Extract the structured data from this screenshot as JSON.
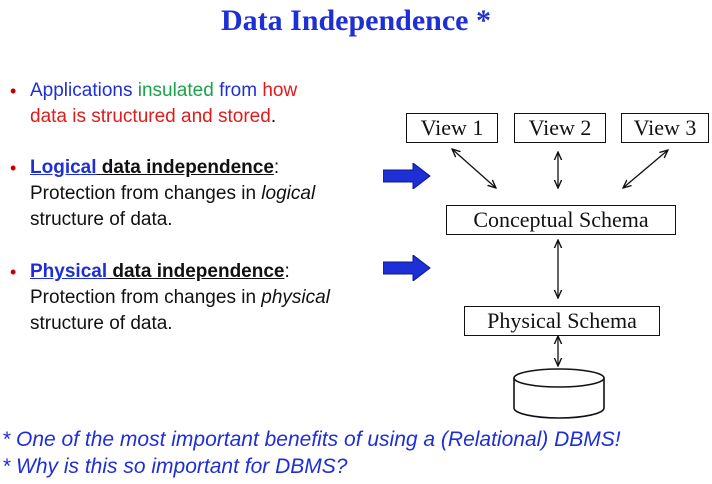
{
  "title": "Data Independence *",
  "bullets": [
    {
      "line1_a": "Applications ",
      "line1_b": "insulated",
      "line1_c": " from ",
      "line1_d": "how",
      "line2": "data is structured and stored",
      "line2_end": "."
    },
    {
      "term": "Logical",
      "heading_rest": " data independence",
      "colon": ":",
      "line2_a": "Protection from changes in ",
      "line2_em": "logical",
      "line3": "structure of data."
    },
    {
      "term": "Physical",
      "heading_rest": " data independence",
      "colon": ":",
      "line2_a": "Protection from changes in ",
      "line2_em": "physical",
      "line3": "structure of data."
    }
  ],
  "diagram": {
    "views": [
      "View 1",
      "View 2",
      "View 3"
    ],
    "conceptual": "Conceptual Schema",
    "physical": "Physical Schema"
  },
  "footnotes": [
    "* One of the most important benefits of using a (Relational) DBMS!",
    "* Why is this so important for DBMS?"
  ],
  "colors": {
    "accent_blue": "#1f2fd6",
    "green": "#1aa34a",
    "red": "#e01b1b",
    "bullet": "#c00000"
  }
}
